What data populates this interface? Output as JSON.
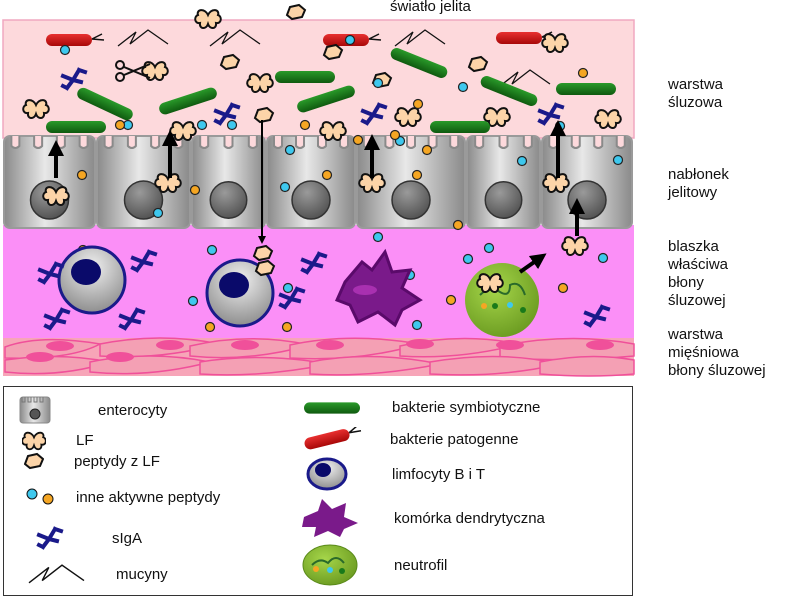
{
  "title": "światło jelita",
  "layer_labels": [
    {
      "id": "mucus",
      "text": "warstwa\nśluzowa"
    },
    {
      "id": "epithelium",
      "text": "nabłonek\njelitowy"
    },
    {
      "id": "lamina",
      "text": "blaszka\nwłaściwa\nbłony\nśluzowej"
    },
    {
      "id": "muscle",
      "text": "warstwa\nmięśniowa\nbłony śluzowej"
    }
  ],
  "legend": {
    "left": [
      {
        "icon": "enterocyte-icon",
        "label": "enterocyty"
      },
      {
        "icon": "lactoferrin-icon",
        "label": "LF"
      },
      {
        "icon": "lf-peptide-icon",
        "label": "peptydy z LF"
      },
      {
        "icon": "active-peptides-icon",
        "label": "inne aktywne peptydy"
      },
      {
        "icon": "siga-icon",
        "label": "sIgA"
      },
      {
        "icon": "mucin-icon",
        "label": "mucyny"
      }
    ],
    "right": [
      {
        "icon": "symbiotic-bacteria-icon",
        "label": "bakterie symbiotyczne"
      },
      {
        "icon": "pathogenic-bacteria-icon",
        "label": "bakterie patogenne"
      },
      {
        "icon": "lymphocyte-icon",
        "label": "limfocyty B i T"
      },
      {
        "icon": "dendritic-cell-icon",
        "label": "komórka dendrytyczna"
      },
      {
        "icon": "neutrophil-icon",
        "label": "neutrofil"
      }
    ]
  },
  "colors": {
    "mucus_bg": "#fdd9dc",
    "lamina_bg": "#fb8ff7",
    "muscle": "#f4a0b4",
    "muscle_nucleus": "#f0509a",
    "symbiotic": "#1a7a1a",
    "pathogenic": "#d41616",
    "lf_fill": "#fcd4a8",
    "siga": "#1a1a8a",
    "peptide_cyan": "#3ec8ee",
    "peptide_orange": "#f5a623",
    "dendritic": "#7a1a8a",
    "neutrophil": "#8cc63e"
  }
}
